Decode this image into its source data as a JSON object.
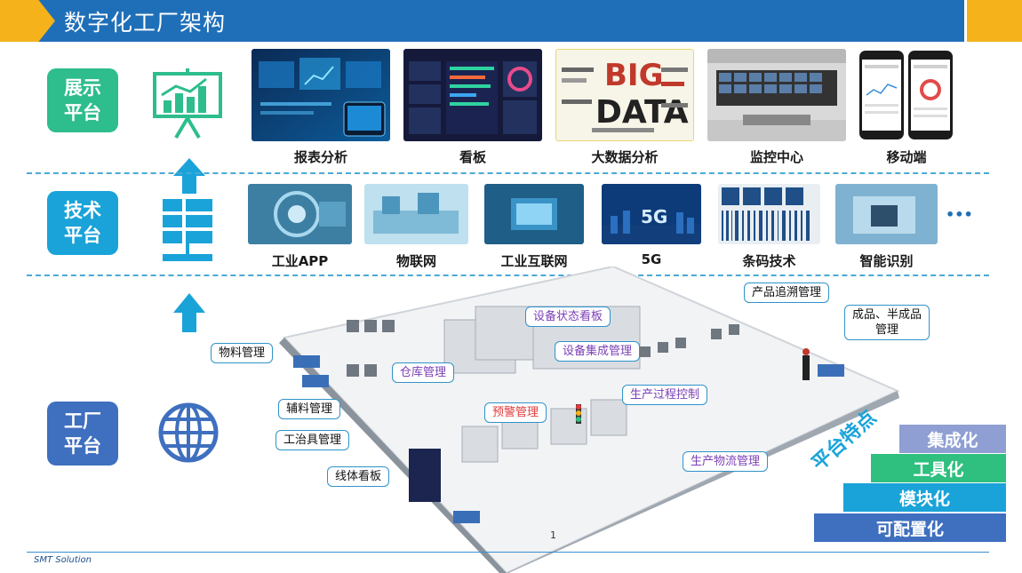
{
  "header": {
    "title": "数字化工厂架构"
  },
  "layers": {
    "display": {
      "label": "展示平台",
      "line1": "展示",
      "line2": "平台",
      "color": "#2ebd8c"
    },
    "tech": {
      "label": "技术平台",
      "line1": "技术",
      "line2": "平台",
      "color": "#1aa3d9"
    },
    "factory": {
      "label": "工厂平台",
      "line1": "工厂",
      "line2": "平台",
      "color": "#3f6fbf"
    }
  },
  "display_items": [
    "报表分析",
    "看板",
    "大数据分析",
    "监控中心",
    "移动端"
  ],
  "tech_items": [
    "工业APP",
    "物联网",
    "工业互联网",
    "5G",
    "条码技术",
    "智能识别"
  ],
  "tech_more": "•••",
  "bigdata_word": {
    "big": "BIG",
    "data": "DATA"
  },
  "fiveg_label": "5G",
  "factory_callouts": {
    "material": "物料管理",
    "aux_material": "辅料管理",
    "tooling": "工治具管理",
    "line_board": "线体看板",
    "warehouse": "仓库管理",
    "equipment_board": "设备状态看板",
    "equipment_integration": "设备集成管理",
    "alarm": "预警管理",
    "process_control": "生产过程控制",
    "logistics": "生产物流管理",
    "traceability": "产品追溯管理",
    "finished_line1": "成品、半成品",
    "finished_line2": "管理"
  },
  "features": {
    "title": "平台特点",
    "items": [
      {
        "label": "集成化",
        "color": "#8f9fd3"
      },
      {
        "label": "工具化",
        "color": "#2fbf7f"
      },
      {
        "label": "模块化",
        "color": "#1aa3d9"
      },
      {
        "label": "可配置化",
        "color": "#3f6fbf"
      }
    ]
  },
  "footer": {
    "text": "SMT Solution",
    "page_number": "1"
  }
}
